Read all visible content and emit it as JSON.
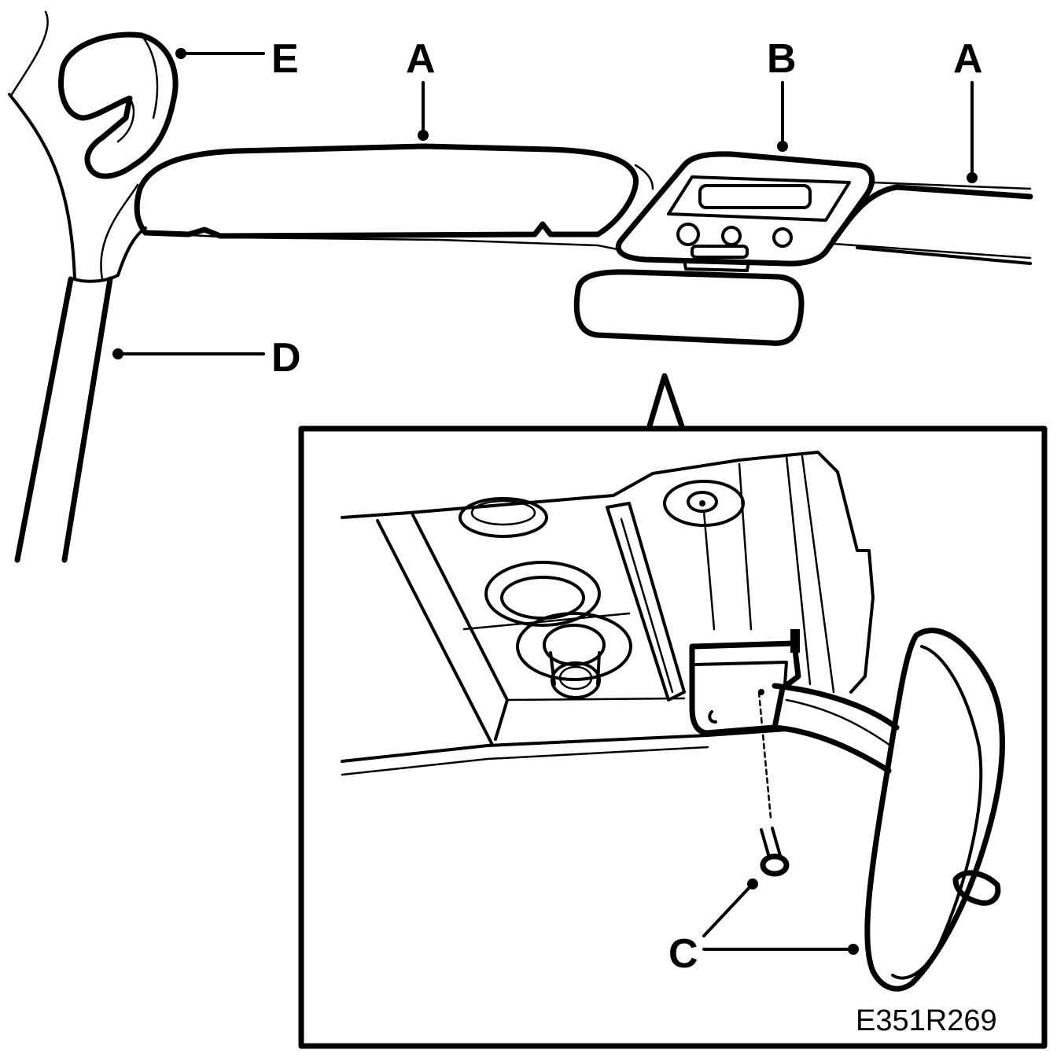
{
  "callouts": {
    "a_left": "A",
    "b": "B",
    "a_right": "A",
    "e": "E",
    "d": "D",
    "c": "C"
  },
  "reference_code": "E351R269"
}
